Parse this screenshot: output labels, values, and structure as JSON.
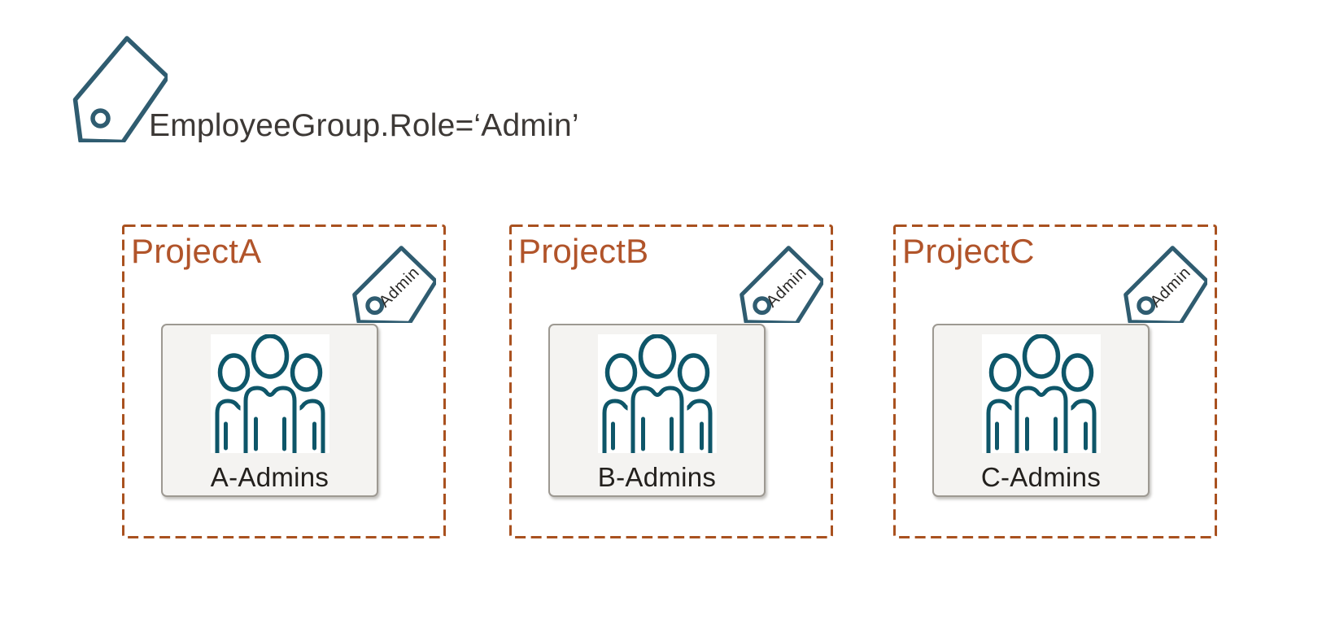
{
  "annotation": {
    "label": "EmployeeGroup.Role=‘Admin’"
  },
  "projects": [
    {
      "name": "ProjectA",
      "group_label": "A-Admins",
      "tag_label": "Admin"
    },
    {
      "name": "ProjectB",
      "group_label": "B-Admins",
      "tag_label": "Admin"
    },
    {
      "name": "ProjectC",
      "group_label": "C-Admins",
      "tag_label": "Admin"
    }
  ],
  "colors": {
    "project_border": "#a9511f",
    "project_label": "#b1542a",
    "tag_stroke": "#2f5c70",
    "people_stroke": "#0e5669",
    "card_background": "#f4f3f1",
    "card_border": "#9d9992",
    "annotation_text": "#3d3936",
    "group_label_text": "#23201d"
  }
}
